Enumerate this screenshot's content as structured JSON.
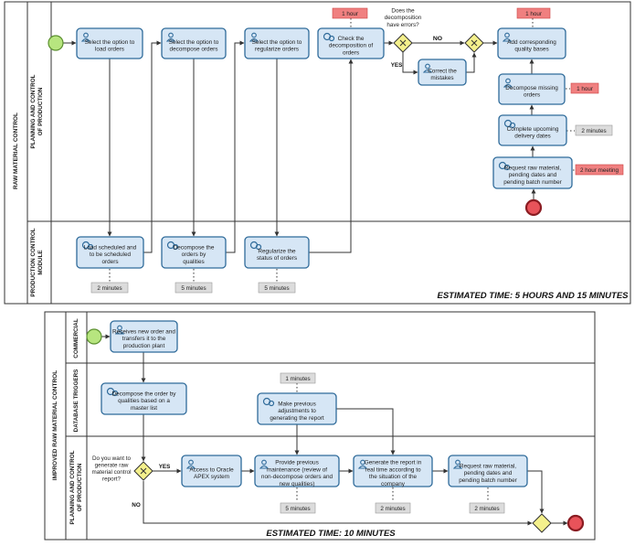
{
  "colors": {
    "task_fill": "#d6e6f5",
    "task_stroke": "#2f6b9a",
    "gateway_fill": "#f4f08c",
    "start_fill": "#b7e57f",
    "end_fill": "#e8535a",
    "red_note": "#f08080",
    "gray_note": "#dcdcdc",
    "line": "#333333"
  },
  "diagram1": {
    "pool_label": "RAW MATERIAL CONTROL",
    "lanes": [
      {
        "label": "PLANNING AND CONTROL OF PRODUCTION"
      },
      {
        "label": "PRODUCTION CONTROL MODULE"
      }
    ],
    "tasks": {
      "t_load_opt": "Select the option to load orders",
      "t_decomp_opt": "Select the option to decompose orders",
      "t_reg_opt": "Select the option to regularize orders",
      "t_check": "Check the decomposition of orders",
      "t_correct": "Correct the mistakes",
      "t_add": "Add corresponding quality bases",
      "t_decomp_missing": "Decompose missing orders",
      "t_complete": "Complete upcoming delivery dates",
      "t_request": "Request raw material, pending dates and pending batch number",
      "t_load_sched": "Load scheduled and to be scheduled orders",
      "t_decomp_q": "Decompose the orders by qualities",
      "t_regularize": "Regularize the status of orders"
    },
    "gateway_question": "Does the decomposition have errors?",
    "flow_no": "NO",
    "flow_yes": "YES",
    "notes": {
      "n_check": "1 hour",
      "n_add": "1 hour",
      "n_decomp": "1 hour",
      "n_complete": "2 minutes",
      "n_request": "2 hour meeting",
      "n_load": "2 minutes",
      "n_dq": "5 minutes",
      "n_reg": "5 minutes"
    },
    "estimated": "ESTIMATED TIME: 5 HOURS AND 15 MINUTES"
  },
  "diagram2": {
    "pool_label": "IMPROVED RAW MATERIAL CONTROL",
    "lanes": [
      {
        "label": "COMMERCIAL"
      },
      {
        "label": "DATABASE TRIGGERS"
      },
      {
        "label": "PLANNING AND CONTROL OF PRODUCTION"
      }
    ],
    "tasks": {
      "t_receive": "Receives new order and transfers it to the production plant",
      "t_decomp_master": "Decompose the order by qualities based on a master list",
      "t_previous": "Make previous adjustments to generating the report",
      "t_access": "Access to Oracle APEX system",
      "t_maint": "Provide previous maintenance (review of non-decompose orders and new qualities)",
      "t_report": "Generate the report in real time according to the situation of the company",
      "t_request": "Request raw material, pending dates and pending batch number"
    },
    "gateway_question": "Do you want to generate raw material control report?",
    "flow_yes": "YES",
    "flow_no": "NO",
    "notes": {
      "n_prev": "1 minutes",
      "n_maint": "5 minutes",
      "n_report": "2 minutes",
      "n_request": "2 minutes"
    },
    "estimated": "ESTIMATED TIME: 10 MINUTES"
  }
}
